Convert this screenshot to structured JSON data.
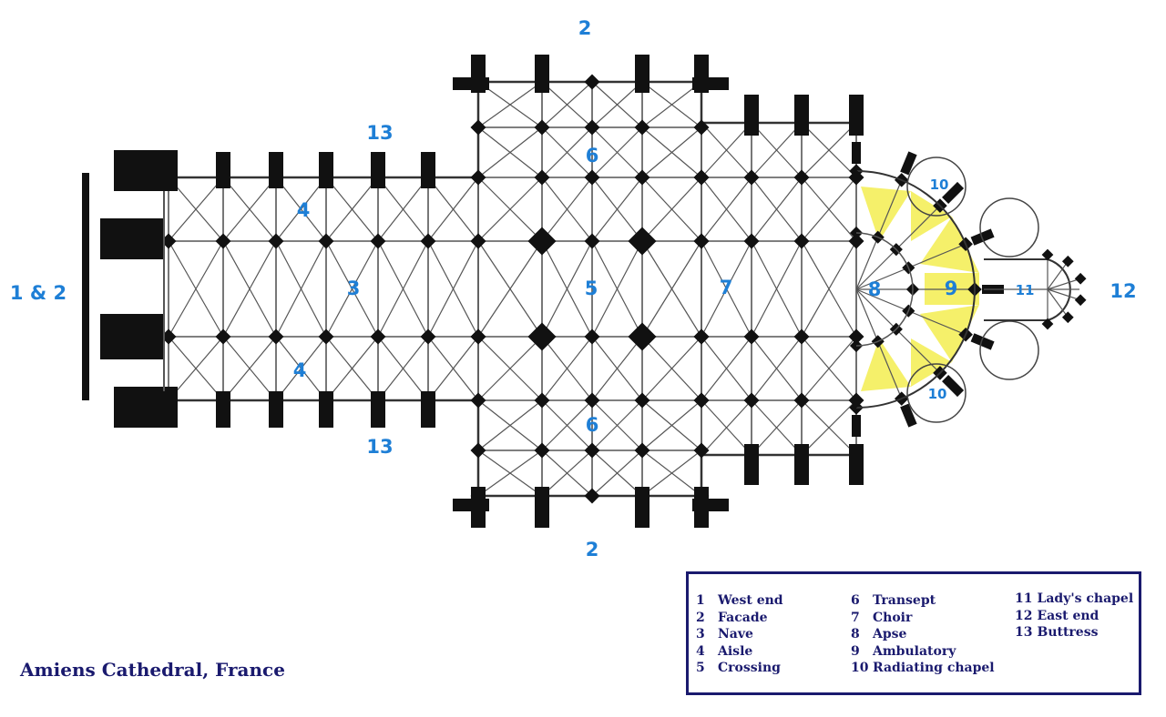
{
  "title": "Amiens Cathedral, France",
  "colors": {
    "label": "#1e7fd6",
    "title": "#1a1a6e",
    "highlight": "#f5f06a",
    "wall": "#111111"
  },
  "labels": {
    "west": "1 & 2",
    "facade_north": "2",
    "facade_south": "2",
    "buttress_north": "13",
    "buttress_south": "13",
    "aisle_north": "4",
    "aisle_south": "4",
    "nave": "3",
    "crossing": "5",
    "transept_north": "6",
    "transept_south": "6",
    "choir": "7",
    "apse": "8",
    "ambulatory": "9",
    "chapel_north": "10",
    "chapel_south": "10",
    "lady_chapel": "11",
    "east_end": "12"
  },
  "legend": {
    "columns": [
      [
        {
          "n": "1",
          "t": "West end"
        },
        {
          "n": "2",
          "t": "Facade"
        },
        {
          "n": "3",
          "t": "Nave"
        },
        {
          "n": "4",
          "t": "Aisle"
        },
        {
          "n": "5",
          "t": "Crossing"
        }
      ],
      [
        {
          "n": "6",
          "t": "Transept"
        },
        {
          "n": "7",
          "t": "Choir"
        },
        {
          "n": "8",
          "t": "Apse"
        },
        {
          "n": "9",
          "t": "Ambulatory"
        },
        {
          "n": "10",
          "t": "Radiating chapel"
        }
      ],
      [
        {
          "n": "11",
          "t": "Lady's chapel"
        },
        {
          "n": "12",
          "t": "East end"
        },
        {
          "n": "13",
          "t": "Buttress"
        }
      ]
    ]
  }
}
